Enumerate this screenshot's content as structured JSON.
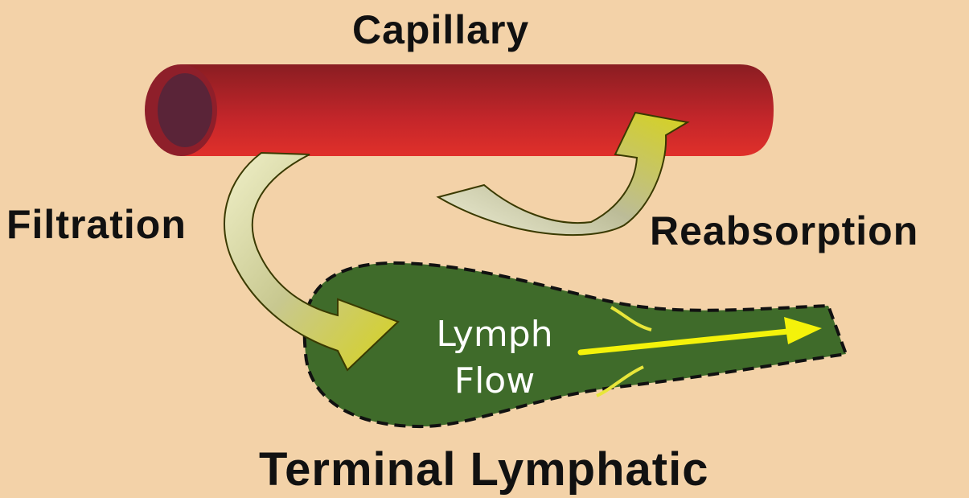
{
  "labels": {
    "capillary": "Capillary",
    "filtration": "Filtration",
    "reabsorption": "Reabsorption",
    "terminal_lymphatic": "Terminal Lymphatic",
    "lymph_line1": "Lymph",
    "lymph_line2": "Flow"
  },
  "colors": {
    "background": "#f3d2a8",
    "capillary": "#b0242a",
    "capillary_lumen": "#5a2438",
    "lymphatic_fill": "#3f6b2a",
    "arrow_fill": "#cfcc2a",
    "flow_arrow": "#f4f20a"
  }
}
